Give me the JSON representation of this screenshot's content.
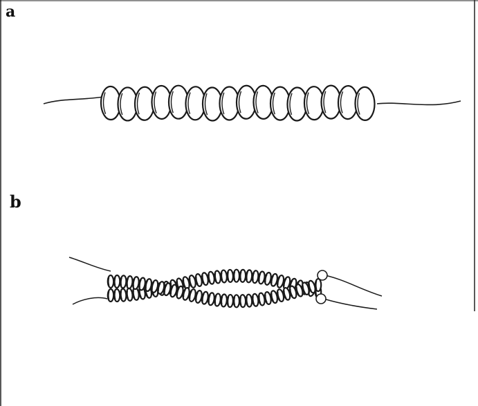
{
  "figure": {
    "panels": [
      {
        "label": "a",
        "description_key": "single-strand"
      },
      {
        "label": "b",
        "description_key": "twisted-double-strand"
      }
    ],
    "colors": {
      "ink": "#1a1a1a",
      "paper": "#ffffff",
      "bead_fill": "#ffffff"
    }
  }
}
